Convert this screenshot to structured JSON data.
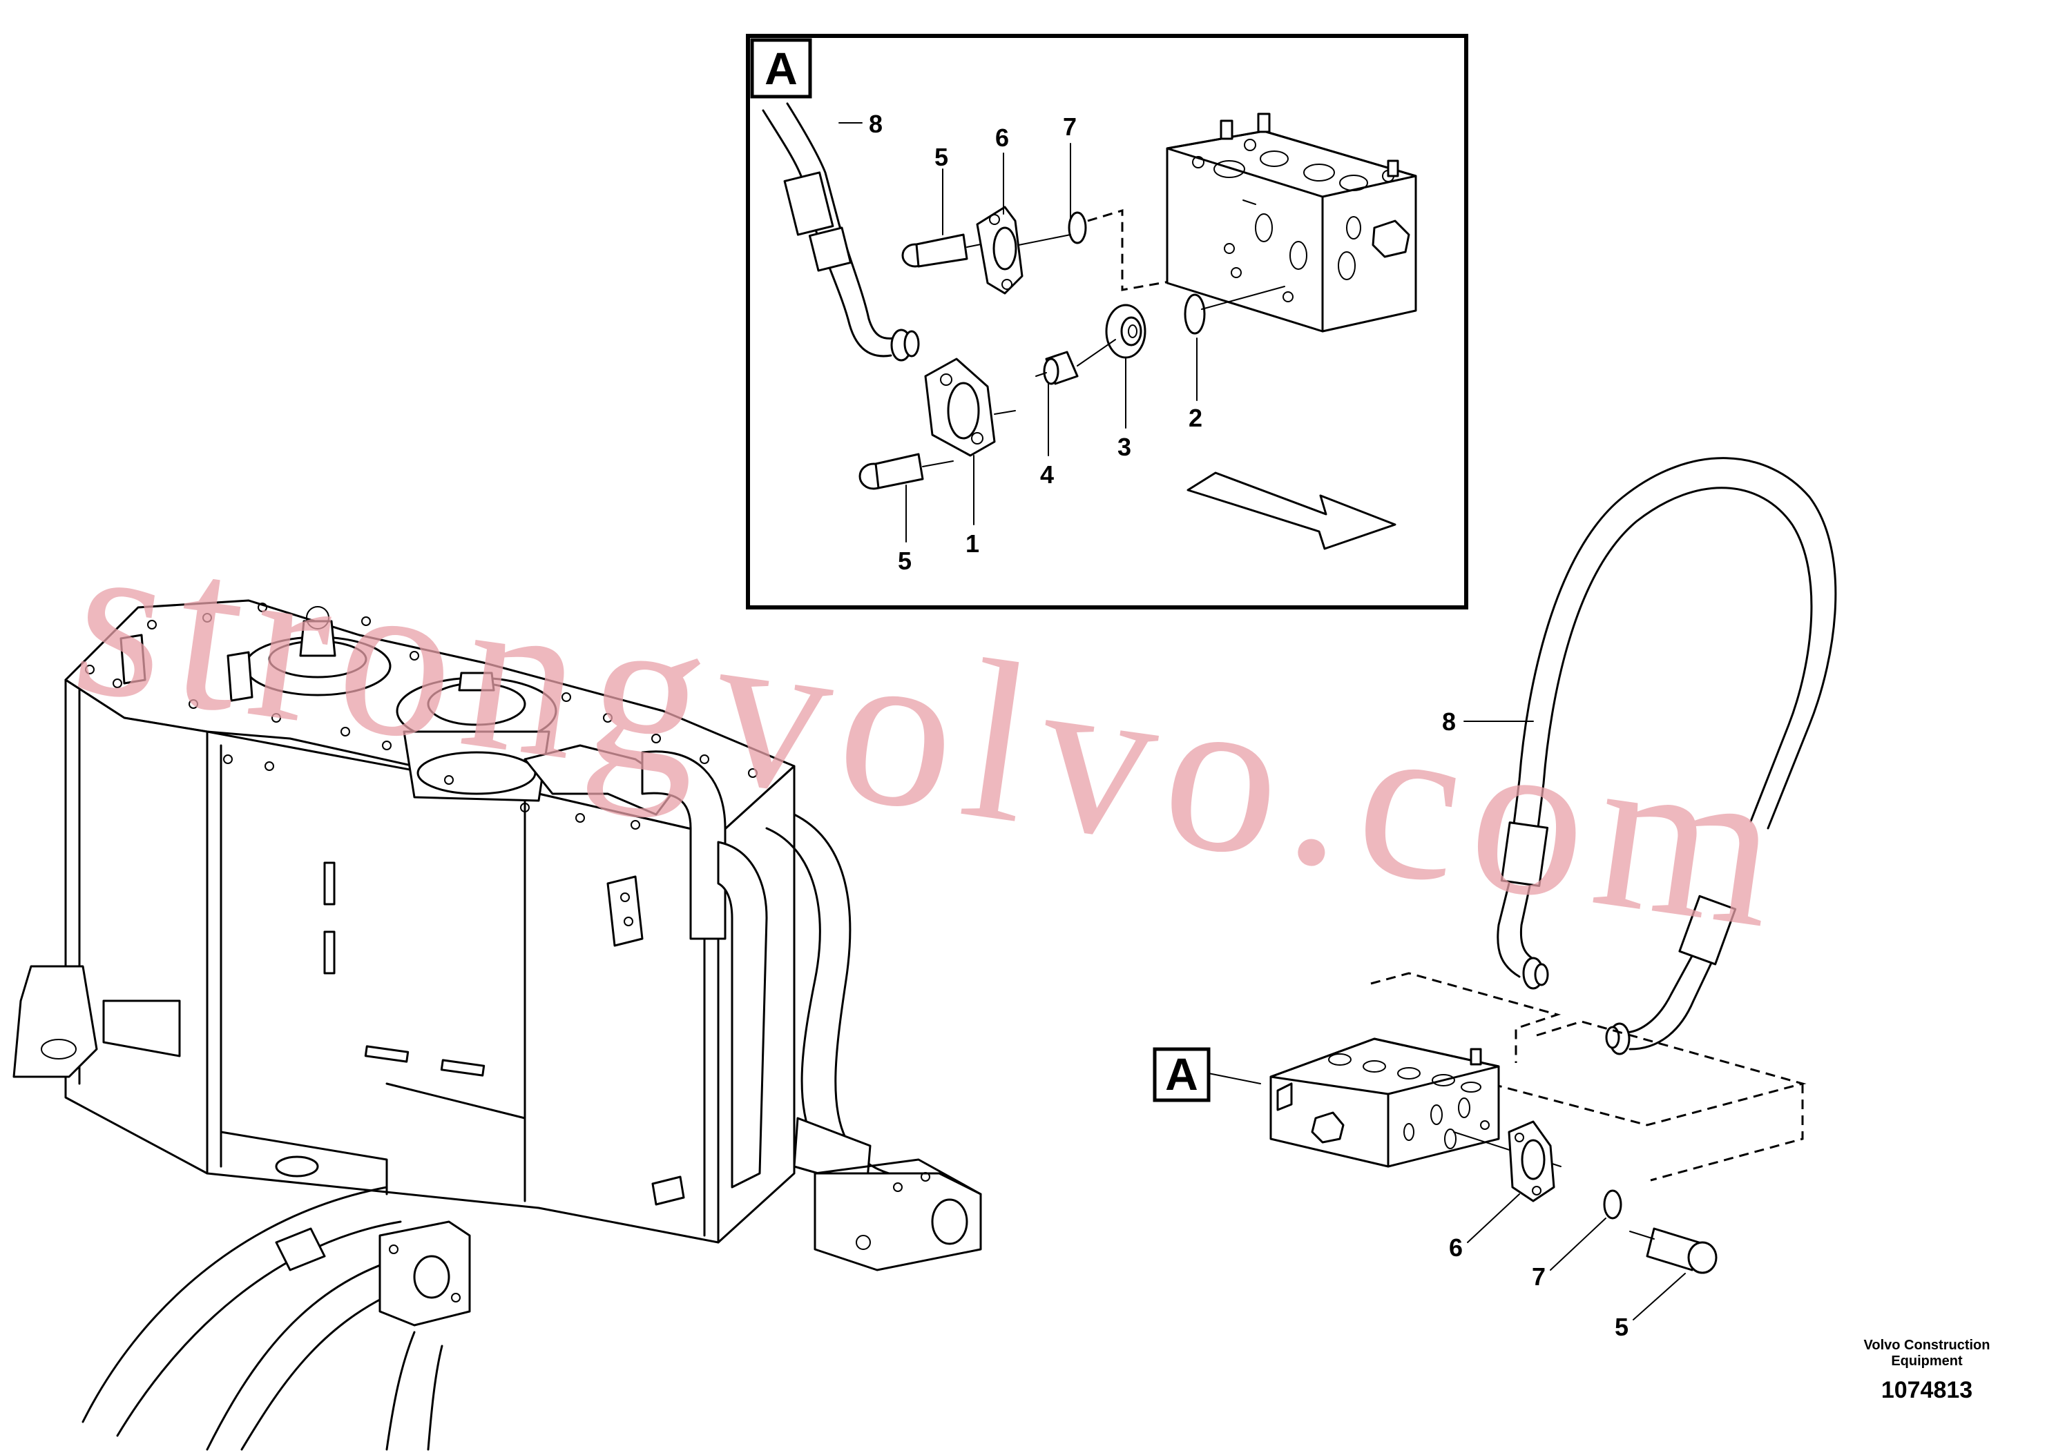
{
  "diagram": {
    "detail_label": "A",
    "detail_callouts": [
      "8",
      "5",
      "6",
      "7",
      "2",
      "3",
      "4",
      "1",
      "5"
    ],
    "main_callouts": [
      "8",
      "6",
      "7",
      "5"
    ],
    "main_detail_label": "A",
    "watermark": "strongvolvo.com",
    "footer": {
      "company_line1": "Volvo Construction",
      "company_line2": "Equipment",
      "drawing_number": "1074813"
    }
  }
}
